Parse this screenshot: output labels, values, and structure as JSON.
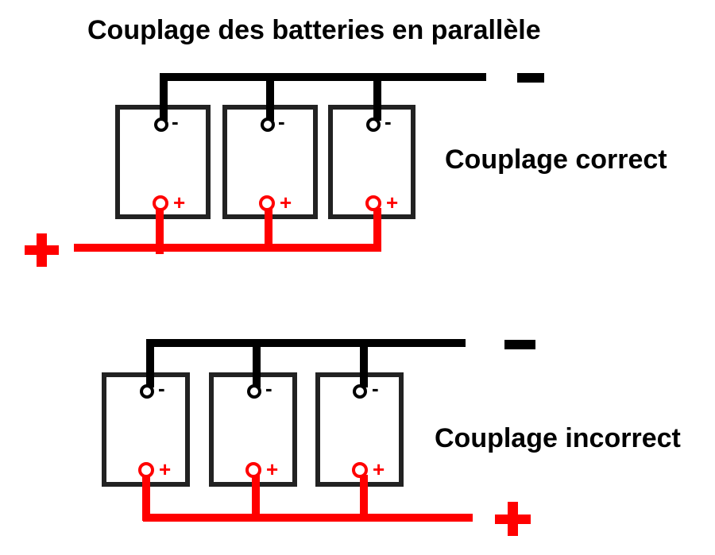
{
  "title": "Couplage des batteries en parallèle",
  "colors": {
    "negative": "#000000",
    "positive": "#ff0000",
    "battery_outline": "#222222",
    "background": "#ffffff"
  },
  "terminal_symbols": {
    "negative": "-",
    "positive": "+"
  },
  "diagrams": [
    {
      "label": "Couplage correct",
      "battery_count": 3
    },
    {
      "label": "Couplage incorrect",
      "battery_count": 3
    }
  ]
}
